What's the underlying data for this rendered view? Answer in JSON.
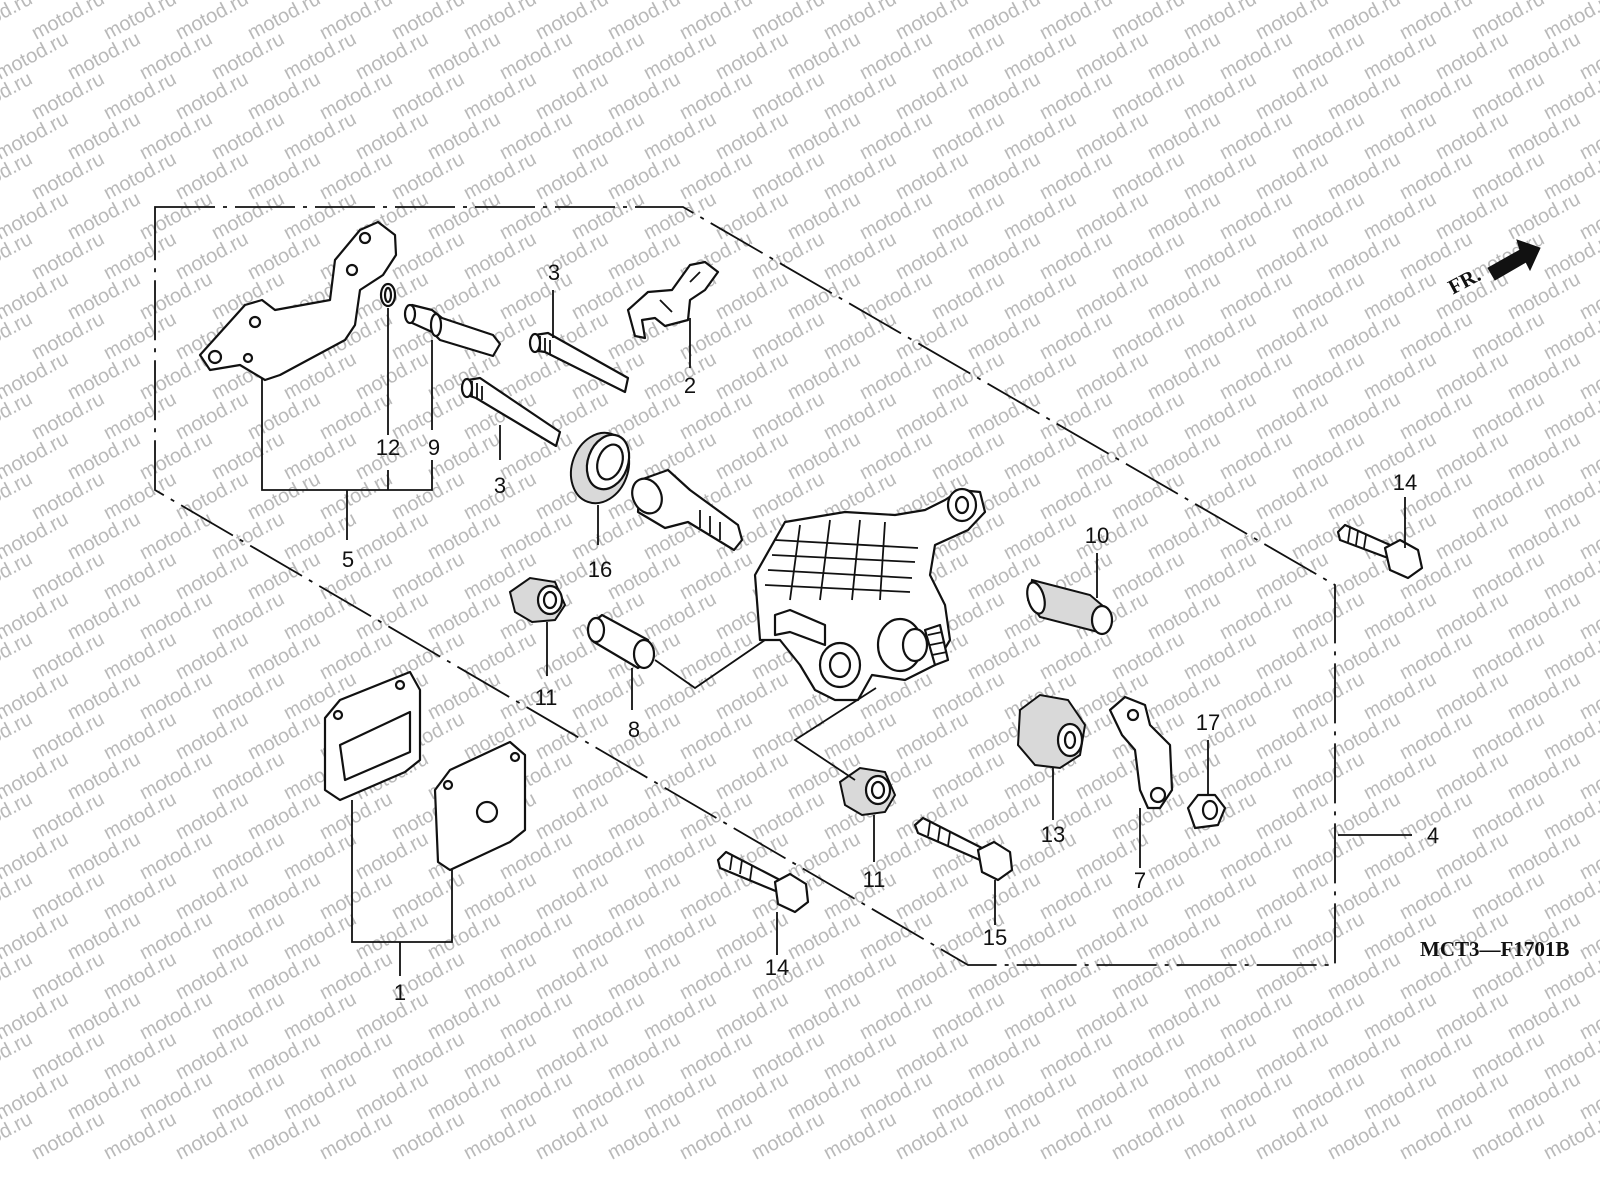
{
  "watermark": {
    "text": "motod.ru"
  },
  "diagram_code": "MCT3—F1701B",
  "front_indicator": {
    "label": "FR."
  },
  "callouts": {
    "c1": "1",
    "c2": "2",
    "c3a": "3",
    "c3b": "3",
    "c4": "4",
    "c5": "5",
    "c7": "7",
    "c8": "8",
    "c9": "9",
    "c10": "10",
    "c11a": "11",
    "c11b": "11",
    "c12": "12",
    "c13": "13",
    "c14a": "14",
    "c14b": "14",
    "c15": "15",
    "c16": "16",
    "c17": "17"
  },
  "colors": {
    "ink": "#111111",
    "watermark": "#b9b9b9",
    "background": "#ffffff"
  }
}
